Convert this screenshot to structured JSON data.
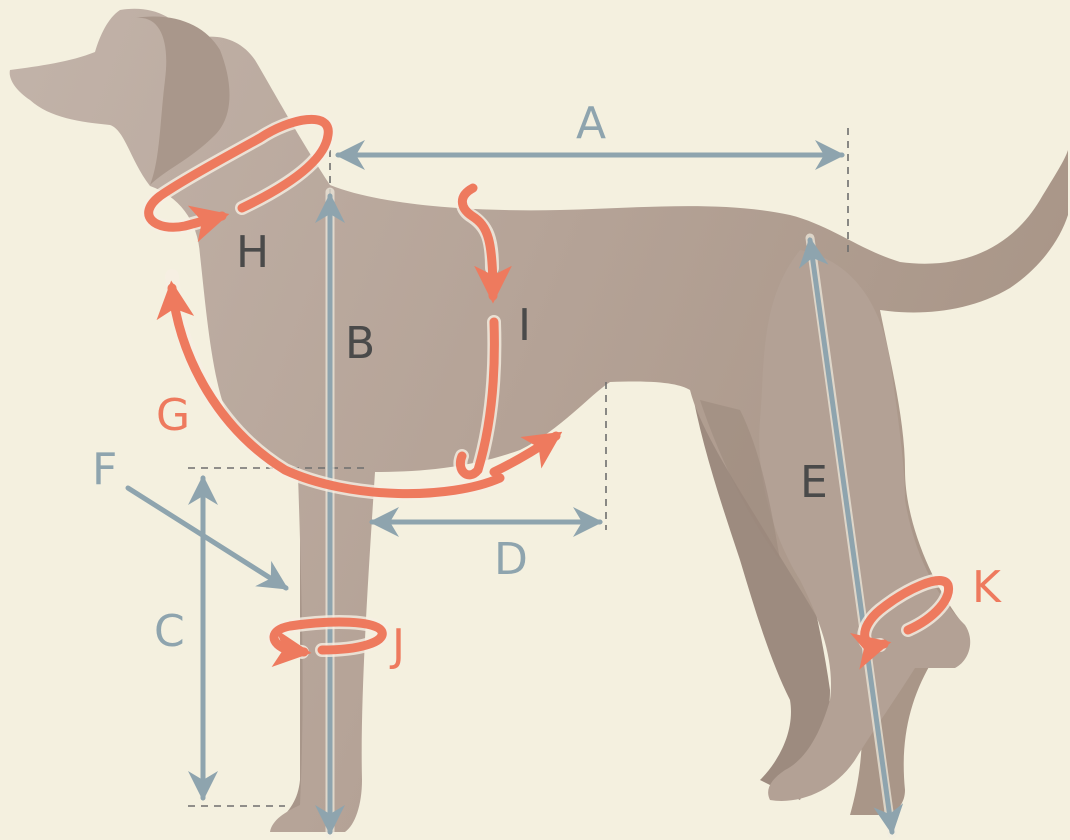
{
  "colors": {
    "background": "#f4f0df",
    "dog_body": "#b6a59a",
    "dog_shadow": "#9b8a7e",
    "measure_line": "#8ea4ae",
    "circumference_arrow": "#ee7a5e",
    "label_dark": "#4a4a4a",
    "dashed_guide": "#6e6e6e"
  },
  "labels": {
    "a": "A",
    "b": "B",
    "c": "C",
    "d": "D",
    "e": "E",
    "f": "F",
    "g": "G",
    "h": "H",
    "i": "I",
    "j": "J",
    "k": "K"
  }
}
